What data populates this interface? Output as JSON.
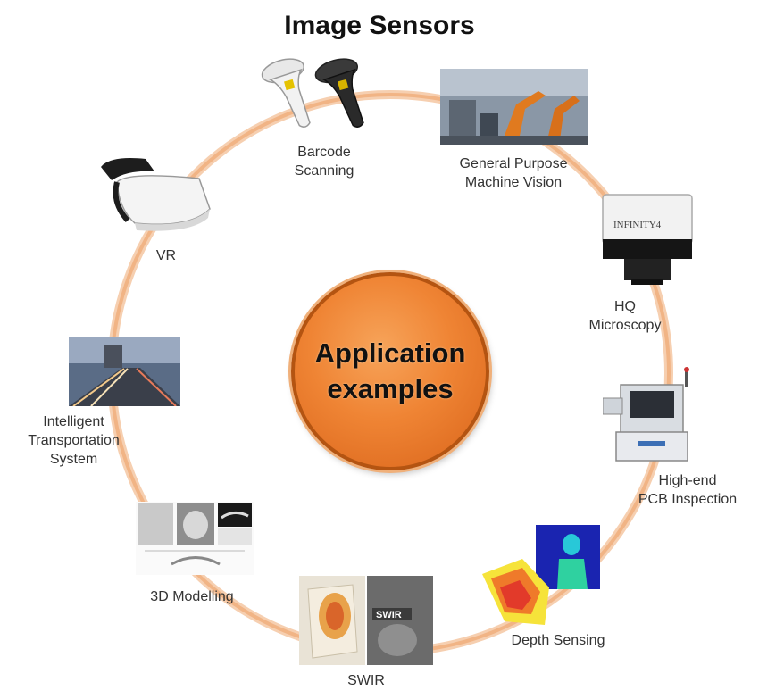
{
  "title": "Image Sensors",
  "center": {
    "text": "Application\nexamples"
  },
  "ring_color": "#f3b88c",
  "accent_color": "#ef8434",
  "applications": [
    {
      "id": "barcode",
      "label": "Barcode\nScanning",
      "icon": "barcode-scanner-icon"
    },
    {
      "id": "machine-vision",
      "label": "General Purpose\nMachine Vision",
      "icon": "industrial-robot-photo"
    },
    {
      "id": "microscopy",
      "label": "HQ\nMicroscopy",
      "icon": "microscope-camera-icon",
      "camera_brand": "INFINITY4"
    },
    {
      "id": "pcb",
      "label": "High-end\nPCB Inspection",
      "icon": "pcb-inspection-machine-icon"
    },
    {
      "id": "depth",
      "label": "Depth Sensing",
      "icon": "depth-map-image"
    },
    {
      "id": "swir",
      "label": "SWIR",
      "icon": "swir-comparison-image",
      "badge": "SWIR"
    },
    {
      "id": "modelling",
      "label": "3D Modelling",
      "icon": "3d-model-scans-image"
    },
    {
      "id": "its",
      "label": "Intelligent\nTransportation\nSystem",
      "icon": "highway-traffic-photo"
    },
    {
      "id": "vr",
      "label": "VR",
      "icon": "vr-headset-icon"
    }
  ]
}
